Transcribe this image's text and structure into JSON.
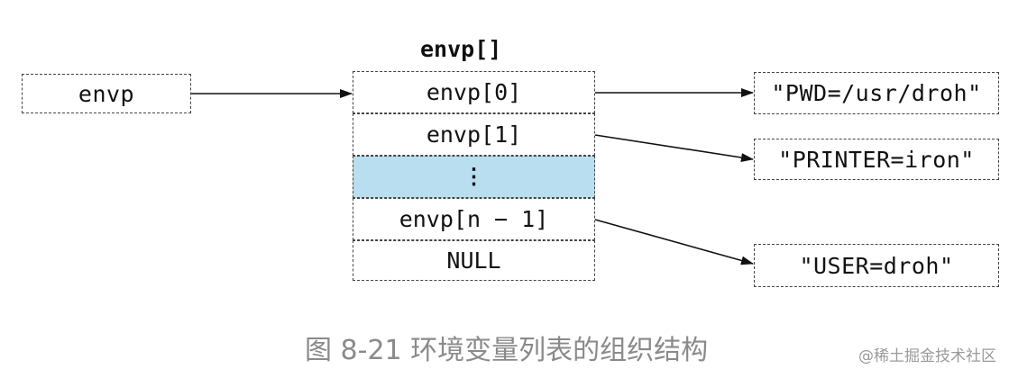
{
  "pointer_label": "envp",
  "array_title": "envp[]",
  "cells": [
    "envp[0]",
    "envp[1]",
    "⋮",
    "envp[n − 1]",
    "NULL"
  ],
  "strings": [
    "\"PWD=/usr/droh\"",
    "\"PRINTER=iron\"",
    "\"USER=droh\""
  ],
  "caption": "图 8-21 环境变量列表的组织结构",
  "watermark": "@稀土掘金技术社区",
  "colors": {
    "highlight": "#b9def0",
    "caption": "#8a8a8a"
  }
}
